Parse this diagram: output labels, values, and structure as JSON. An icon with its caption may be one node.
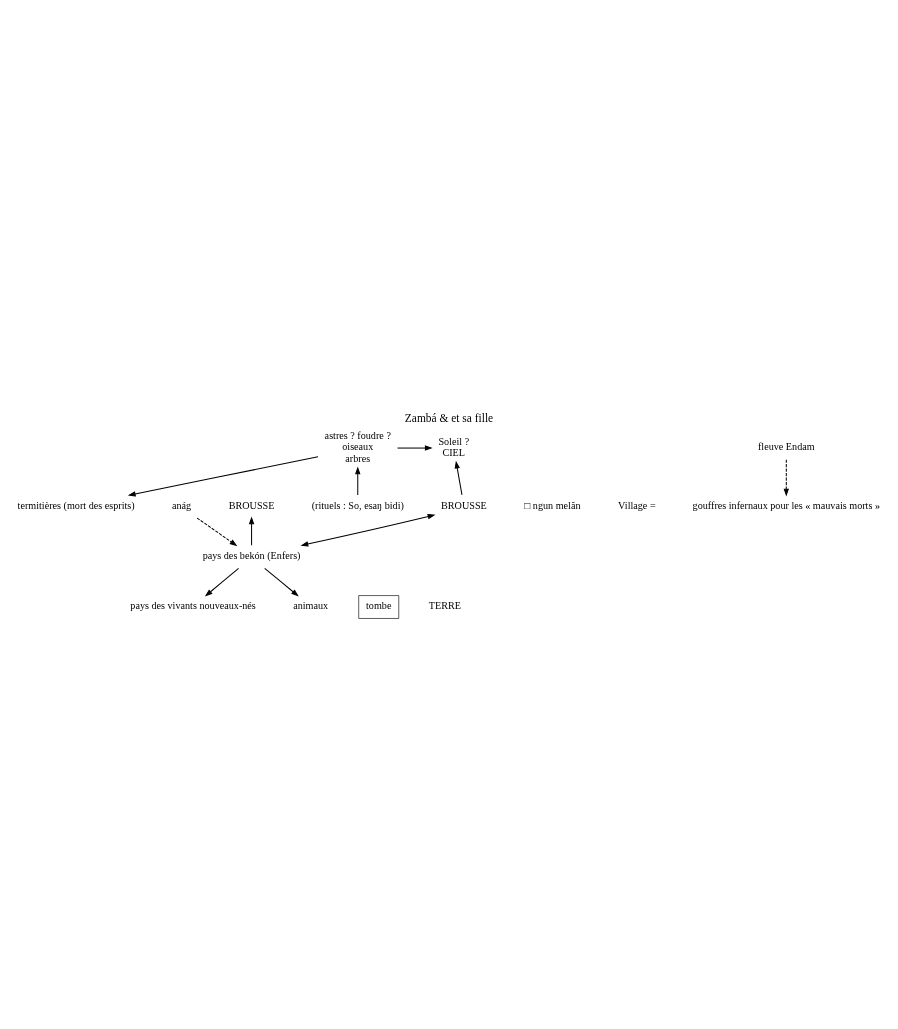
{
  "diagram": {
    "title": "Zambá & et sa fille",
    "nodes": [
      {
        "text": [
          "Soleil ?",
          "CIEL"
        ]
      },
      {
        "text": [
          "astres ? foudre ?",
          "oiseaux",
          "arbres"
        ]
      },
      {
        "text": [
          "BROUSSE"
        ]
      },
      {
        "text": [
          "□ ngun melăn"
        ]
      },
      {
        "text": [
          "anág"
        ]
      },
      {
        "text": [
          "Village ="
        ]
      },
      {
        "text": [
          "pays des vivants nouveaux-nés"
        ]
      },
      {
        "text": [
          "(rituels : So, esaŋ bidi)"
        ]
      },
      {
        "text": [
          "termitières (mort des esprits)"
        ]
      },
      {
        "text": [
          "BROUSSE"
        ]
      },
      {
        "text": [
          "animaux"
        ]
      },
      {
        "text": [
          "tombe"
        ]
      },
      {
        "text": [
          "TERRE"
        ]
      },
      {
        "text": [
          "fleuve Endam"
        ]
      },
      {
        "text": [
          "pays des bekón (Enfers)"
        ]
      },
      {
        "text": [
          "gouffres infernaux pour les « mauvais morts »"
        ]
      }
    ],
    "edges": [
      {
        "from": 2,
        "to": 0,
        "arrow": "to"
      },
      {
        "from": 1,
        "to": 0,
        "arrow": "to"
      },
      {
        "from": 7,
        "to": 1,
        "arrow": "to"
      },
      {
        "from": 1,
        "to": 8,
        "arrow": "to"
      },
      {
        "from": 14,
        "to": 6,
        "arrow": "to"
      },
      {
        "from": 14,
        "to": 10,
        "arrow": "to"
      },
      {
        "from": 14,
        "to": 9,
        "arrow": "to"
      },
      {
        "from": 14,
        "to": 2,
        "arrow": "both"
      },
      {
        "from": 4,
        "to": 14,
        "arrow": "to",
        "style": "dashed"
      },
      {
        "from": 13,
        "to": 15,
        "arrow": "to",
        "style": "dashed"
      }
    ]
  }
}
